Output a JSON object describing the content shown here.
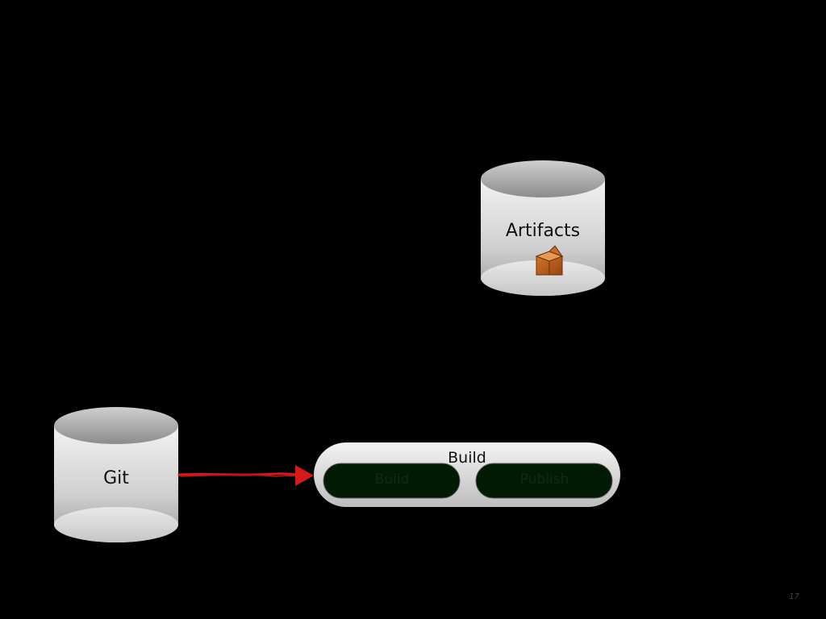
{
  "slide": {
    "background": "#000000",
    "number": "17"
  },
  "artifacts_store": {
    "label": "Artifacts",
    "icon": "package-box-icon"
  },
  "git_store": {
    "label": "Git"
  },
  "pipeline": {
    "title": "Build",
    "stages": [
      {
        "label": "Build"
      },
      {
        "label": "Publish"
      }
    ],
    "stage_fill": "#021b05"
  },
  "arrow": {
    "from": "Git",
    "to": "Build",
    "color": "#d41a1a"
  }
}
